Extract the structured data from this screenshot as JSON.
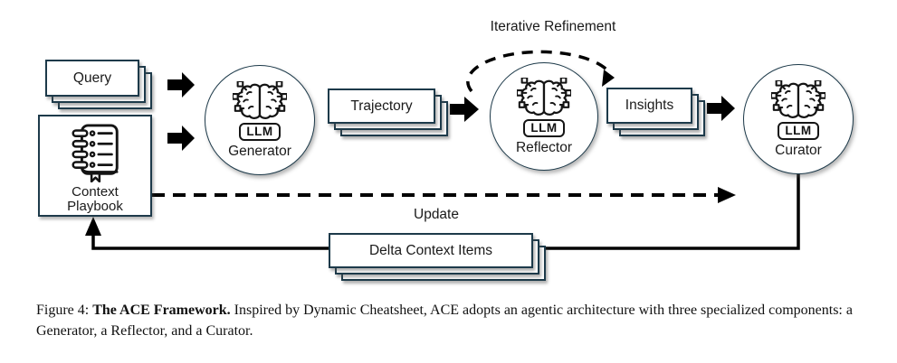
{
  "colors": {
    "node_border": "#1d3a4a",
    "icon_ink": "#141414",
    "arrow": "#000000",
    "background": "#ffffff",
    "text": "#111111"
  },
  "diagram": {
    "boxes": {
      "query": {
        "label": "Query"
      },
      "trajectory": {
        "label": "Trajectory"
      },
      "insights": {
        "label": "Insights"
      },
      "delta": {
        "label": "Delta Context Items"
      }
    },
    "playbook": {
      "line1": "Context",
      "line2": "Playbook"
    },
    "nodes": {
      "generator": {
        "badge": "LLM",
        "label": "Generator"
      },
      "reflector": {
        "badge": "LLM",
        "label": "Reflector"
      },
      "curator": {
        "badge": "LLM",
        "label": "Curator"
      }
    },
    "labels": {
      "iterative_refinement": "Iterative Refinement",
      "update": "Update"
    }
  },
  "caption": {
    "prefix": "Figure 4: ",
    "bold": "The ACE Framework.",
    "rest": " Inspired by Dynamic Cheatsheet, ACE adopts an agentic architecture with three specialized components: a Generator, a Reflector, and a Curator."
  }
}
